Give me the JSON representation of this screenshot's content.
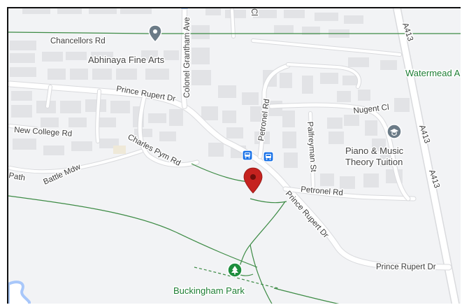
{
  "map": {
    "streets": {
      "chancellors_rd": "Chancellors Rd",
      "colonel_grantham_ave": "Colonel Grantham Ave",
      "prince_rupert_dr_north": "Prince Rupert Dr",
      "prince_rupert_dr_middle": "Prince Rupert Dr",
      "prince_rupert_dr_south": "Prince Rupert Dr",
      "petronel_rd_north": "Petronel Rd",
      "petronel_rd_south": "Petronel Rd",
      "palfreyman_st": "Palfreyman St",
      "nugent_cl": "Nugent Cl",
      "new_college_rd": "New College Rd",
      "charles_pym_rd": "Charles Pym Rd",
      "battle_mdw": "Battle Mdw",
      "path_fragment": "Path",
      "cl_fragment": "Cl",
      "a413_top": "A413",
      "a413_middle": "A413",
      "a413_bottom": "A413"
    },
    "places": {
      "abhinaya": {
        "label": "Abhinaya Fine Arts",
        "icon": "map-pin-icon"
      },
      "piano": {
        "line1": "Piano & Music",
        "line2": "Theory Tuition",
        "icon": "graduation-cap-icon"
      },
      "watermead": {
        "label": "Watermead A"
      },
      "park": {
        "label": "Buckingham Park",
        "icon": "tree-icon"
      }
    },
    "markers": {
      "selected_pin": {
        "icon": "red-location-pin-icon",
        "color": "#c5221f"
      },
      "bus_stop_icon": "bus-icon"
    },
    "colors": {
      "background": "#f2f3f5",
      "buildings": "#e2e3e6",
      "roads": "#ffffff",
      "park_paths": "#3d8b45",
      "water": "#a8c7fa",
      "poi_gray": "#6b7b87",
      "transit": "#1a73e8"
    }
  }
}
